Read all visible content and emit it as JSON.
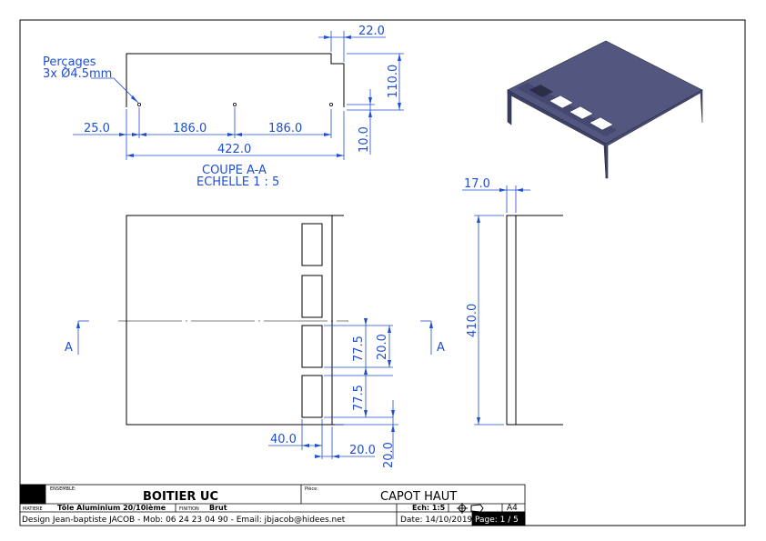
{
  "drawing": {
    "section_note": {
      "line1": "Perçages",
      "line2": "3x Ø4.5mm"
    },
    "section_title": {
      "line1": "COUPE A-A",
      "line2": "ECHELLE 1 : 5"
    },
    "section_marker": "A",
    "dims": {
      "top_right_22": "22.0",
      "height_110": "110.0",
      "height_10": "10.0",
      "left_25": "25.0",
      "pitch_186_a": "186.0",
      "pitch_186_b": "186.0",
      "total_422": "422.0",
      "side_17": "17.0",
      "side_410": "410.0",
      "slot_77_a": "77.5",
      "slot_20_a": "20.0",
      "slot_77_b": "77.5",
      "bottom_40": "40.0",
      "bottom_20_h": "20.0",
      "bottom_20_v": "20.0"
    }
  },
  "title_block": {
    "ensemble_label": "ENSEMBLE:",
    "ensemble_value": "BOITIER UC",
    "piece_label": "Pièce:",
    "piece_value": "CAPOT HAUT",
    "matiere_label": "MATIERE",
    "matiere_value": "Tôle Aluminium 20/10ième",
    "finition_label": "FINITION",
    "finition_value": "Brut",
    "designer": "Design Jean-baptiste JACOB -  Mob: 06 24 23 04 90 - Email: jbjacob@hidees.net",
    "echelle": "Ech: 1:5",
    "format": "A4",
    "date": "Date:  14/10/2019",
    "page": "Page:  1 / 5"
  },
  "colors": {
    "dimension": "#1f4fd1",
    "part_face": "#4b4f7a",
    "line": "#000000"
  }
}
